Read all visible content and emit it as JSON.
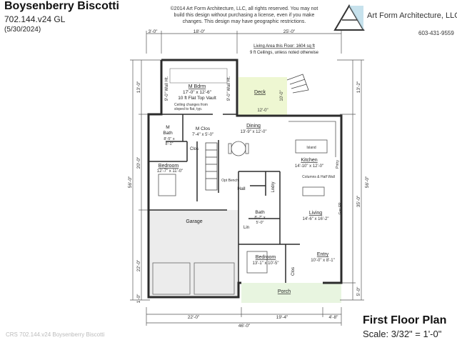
{
  "header": {
    "title": "Boysenberry Biscotti",
    "plan_number": "702.144.v24 GL",
    "date": "(5/30/2024)",
    "copyright_lines": [
      "©2014 Art Form Architecture, LLC, all rights reserved. You may not",
      "build this design without purchasing a license, even if you make",
      "changes. This design may have geographic restrictions."
    ],
    "brand": "Art Form Architecture, LLC",
    "phone": "603-431-9559"
  },
  "footer": {
    "plan_title": "First Floor Plan",
    "scale": "Scale: 3/32\" = 1'-0\"",
    "watermark": "CRS 702.144.v24 Boysenberry Biscotti"
  },
  "living_area": {
    "line1": "Living Area this Floor: 1604 sq ft",
    "line2": "9 ft Ceilings, unless noted otherwise"
  },
  "dimensions": {
    "top": [
      "3'-0\"",
      "18'-0\"",
      "25'-0\""
    ],
    "bottom": [
      "22'-0\"",
      "19'-4\"",
      "4'-8\"",
      "46'-0\""
    ],
    "left": [
      "13'-0\"",
      "20'-0\"",
      "22'-0\"",
      "56'-0\"",
      "1'-0\""
    ],
    "right": [
      "13'-2\"",
      "56'-0\"",
      "35'-0\"",
      "5'-0\""
    ]
  },
  "rooms": {
    "mbdrm": {
      "name": "M Bdrm",
      "dims": "17'-0\" x 12'-6\"",
      "note": "10 ft Flat Top Vault"
    },
    "wall_ht": "9'-0\" Wall Ht.",
    "ceiling_note": [
      "Ceiling changes from",
      "sloped to flat, typ."
    ],
    "deck": {
      "name": "Deck",
      "dim_h": "12'-0\"",
      "dim_v": "10'-0\""
    },
    "mbath": {
      "name1": "M",
      "name2": "Bath",
      "dims1": "8'-5\" x",
      "dims2": "8'-1\""
    },
    "mclos": {
      "name": "M Clos",
      "dims": "7'-4\" x 5'-0\""
    },
    "clos1": {
      "name": "Clos"
    },
    "bedroom1": {
      "name": "Bedroom",
      "dims": "12'-7\" x 11'-0\""
    },
    "dining": {
      "name": "Dining",
      "dims": "13'-9\" x 12'-0\""
    },
    "kitchen": {
      "name": "Kitchen",
      "dims": "14'-10\" x 12'-0\"",
      "island": "Island",
      "pantry": "Pntry"
    },
    "columns_note": "Columns & Half Wall",
    "opt_bench": "Opt Bench",
    "hall": "Hall",
    "lndry": "Lndry",
    "living": {
      "name": "Living",
      "dims": "14'-6\" x 16'-2\"",
      "fireplace": "Gas FP"
    },
    "garage": {
      "name": "Garage"
    },
    "bath": {
      "name": "Bath",
      "dims1": "8'-7\" x",
      "dims2": "5'-0\""
    },
    "lin": "Lin",
    "bedroom2": {
      "name": "Bedroom",
      "dims": "13'-1\" x 10'-5\""
    },
    "entry": {
      "name": "Entry",
      "dims": "10'-0\" x 8'-1\""
    },
    "clos2": "Clos",
    "porch": "Porch"
  },
  "colors": {
    "deck_fill": "#eef7d2",
    "porch_fill": "#e8f5e0",
    "garage_fill": "#ececec",
    "wall": "#2b2b2b"
  }
}
